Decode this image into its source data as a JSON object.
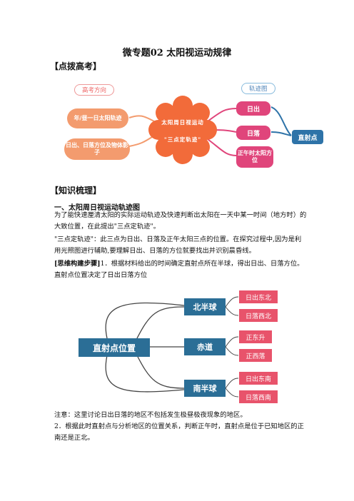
{
  "doc": {
    "title": "微专题02    太阳视运动规律",
    "section1": "【点拨高考】",
    "section2": "【知识梳理】"
  },
  "mindmap1": {
    "left_tag": "高考方向",
    "right_tag": "轨迹图",
    "center_line1": "太阳周日视运动",
    "center_line2": "\"三点定轨迹\"",
    "left_items": [
      "年/昼一日太阳轨迹",
      "日出、日落方位及物体影子"
    ],
    "right_items": [
      "日出",
      "日落",
      "正午时太阳方位"
    ],
    "far_right": "直射点",
    "colors": {
      "center": "#f26b3a",
      "left": "#f39b6e",
      "right": "#e0457b",
      "blue": "#2e73a8"
    }
  },
  "knowledge": {
    "subtitle": "一、太阳周日视运动轨迹图",
    "p1": "为了能快速厘清太阳的实际运动轨迹及快速判断出太阳在一天中某一时间（地方时）的大致位置，在此提出\"三点定轨迹\"。",
    "p2": "\"三点定轨迹\"：此三点为日出、日落及正午太阳三点的位置。在探究过程中,因为是利用光照图进行辅助,要理解日出、日落的方位就要找出并识别晨昏线。",
    "p3_bold": "[思维构建步骤]",
    "p3_rest": "1．根据材料给出的时间确定直射点所在半球，得出日出、日落方位。",
    "p4": "直射点位置决定了日出日落方位"
  },
  "mindmap2": {
    "root": "直射点位置",
    "branches": [
      {
        "label": "北半球",
        "items": [
          "日出东北",
          "日落西北"
        ]
      },
      {
        "label": "赤道",
        "items": [
          "正东升",
          "正西落"
        ]
      },
      {
        "label": "南半球",
        "items": [
          "日出东南",
          "日落西南"
        ]
      }
    ]
  },
  "notes": {
    "n1": "注意：这里讨论日出日落的地区不包括发生极昼极夜现象的地区。",
    "n2": "2．根据此时直射点与分析地区的位置关系，判断正午时，直射点是位于已知地区的正南还是正北。"
  }
}
